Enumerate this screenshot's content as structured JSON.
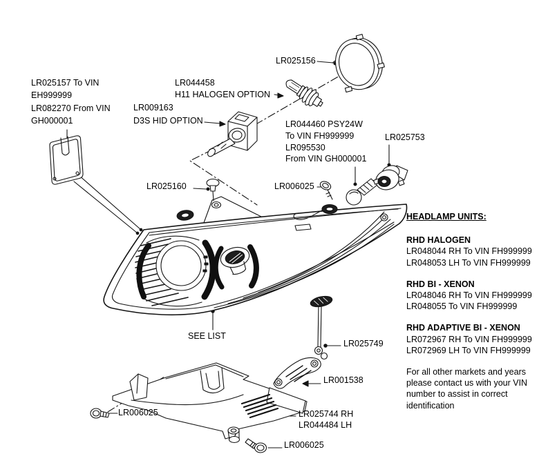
{
  "colors": {
    "ink": "#000000",
    "background": "#ffffff"
  },
  "labels": {
    "cover": [
      "LR025157 To VIN",
      "EH999999",
      "LR082270 From VIN",
      "GH000001"
    ],
    "halogen_bulb": [
      "LR044458",
      "H11 HALOGEN OPTION"
    ],
    "hid_bulb": [
      "LR009163",
      "D3S HID OPTION"
    ],
    "bulb_cover_cap": "LR025156",
    "indicator_bulb": [
      "LR044460 PSY24W",
      "To VIN FH999999",
      "LR095530",
      "From VIN GH000001"
    ],
    "indicator_socket": "LR025753",
    "trim_clip": "LR025160",
    "screw_top": "LR006025",
    "see_list": "SEE LIST",
    "adjuster_rod": "LR025749",
    "bracket_arm": "LR001538",
    "screw_left": "LR006025",
    "mounting_bracket": [
      "LR025744 RH",
      "LR044484 LH"
    ],
    "screw_bottom": "LR006025"
  },
  "sidebar": {
    "title": "HEADLAMP UNITS:",
    "sections": [
      {
        "heading": "RHD HALOGEN",
        "lines": [
          "LR048044 RH To VIN FH999999",
          "LR048053 LH To VIN FH999999"
        ]
      },
      {
        "heading": "RHD BI - XENON",
        "lines": [
          "LR048046 RH To VIN FH999999",
          "LR048055 To VIN FH999999"
        ]
      },
      {
        "heading": "RHD ADAPTIVE BI - XENON",
        "lines": [
          "LR072967 RH To VIN FH999999",
          "LR072969 LH To VIN FH999999"
        ]
      }
    ],
    "note": [
      "For all other markets and years",
      "please contact us with your VIN",
      "number to assist in correct",
      "identification"
    ]
  }
}
